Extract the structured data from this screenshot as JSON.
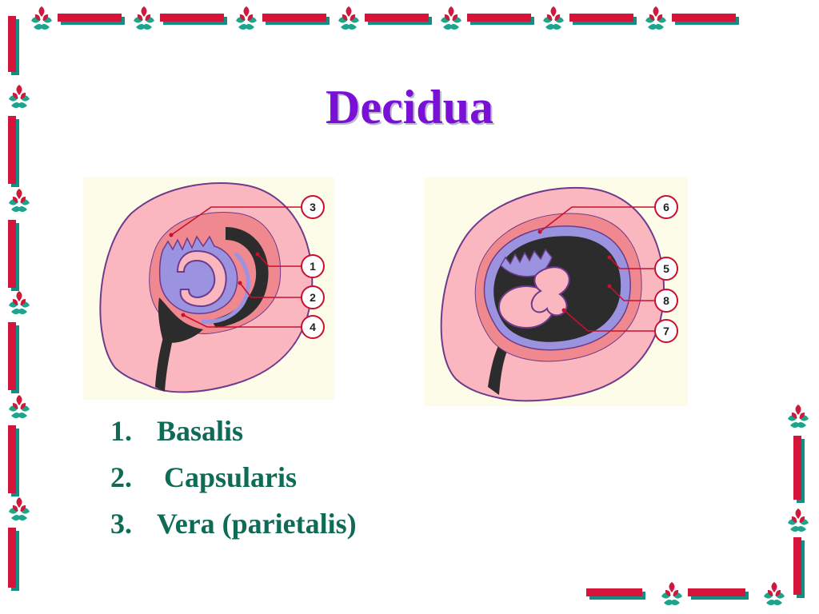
{
  "colors": {
    "title": "#7a0fd6",
    "legend_text": "#0e6b55",
    "border_red": "#d4143a",
    "border_teal": "#0f8f86",
    "leaf_green": "#1aa58c",
    "bud_red": "#cc1a3c",
    "panel_bg": "#fdfce8",
    "tissue_pink": "#fbb7bf",
    "tissue_outline": "#6e3a8c",
    "decidua_red": "#f0888f",
    "chorion_lilac": "#9b93e0",
    "cavity_dark": "#2c2c2c",
    "label_red": "#c8102e"
  },
  "slide": {
    "title": "Decidua"
  },
  "diagram_left": {
    "labels": [
      {
        "key": "callout-3",
        "text": "3"
      },
      {
        "key": "callout-1",
        "text": "1"
      },
      {
        "key": "callout-2",
        "text": "2"
      },
      {
        "key": "callout-4",
        "text": "4"
      }
    ]
  },
  "diagram_right": {
    "labels": [
      {
        "key": "callout-6",
        "text": "6"
      },
      {
        "key": "callout-5",
        "text": "5"
      },
      {
        "key": "callout-8",
        "text": "8"
      },
      {
        "key": "callout-7",
        "text": "7"
      }
    ]
  },
  "legend": [
    {
      "number": "1.",
      "label": "Basalis"
    },
    {
      "number": "2.",
      "label": " Capsularis"
    },
    {
      "number": "3.",
      "label": "Vera (parietalis)"
    }
  ]
}
